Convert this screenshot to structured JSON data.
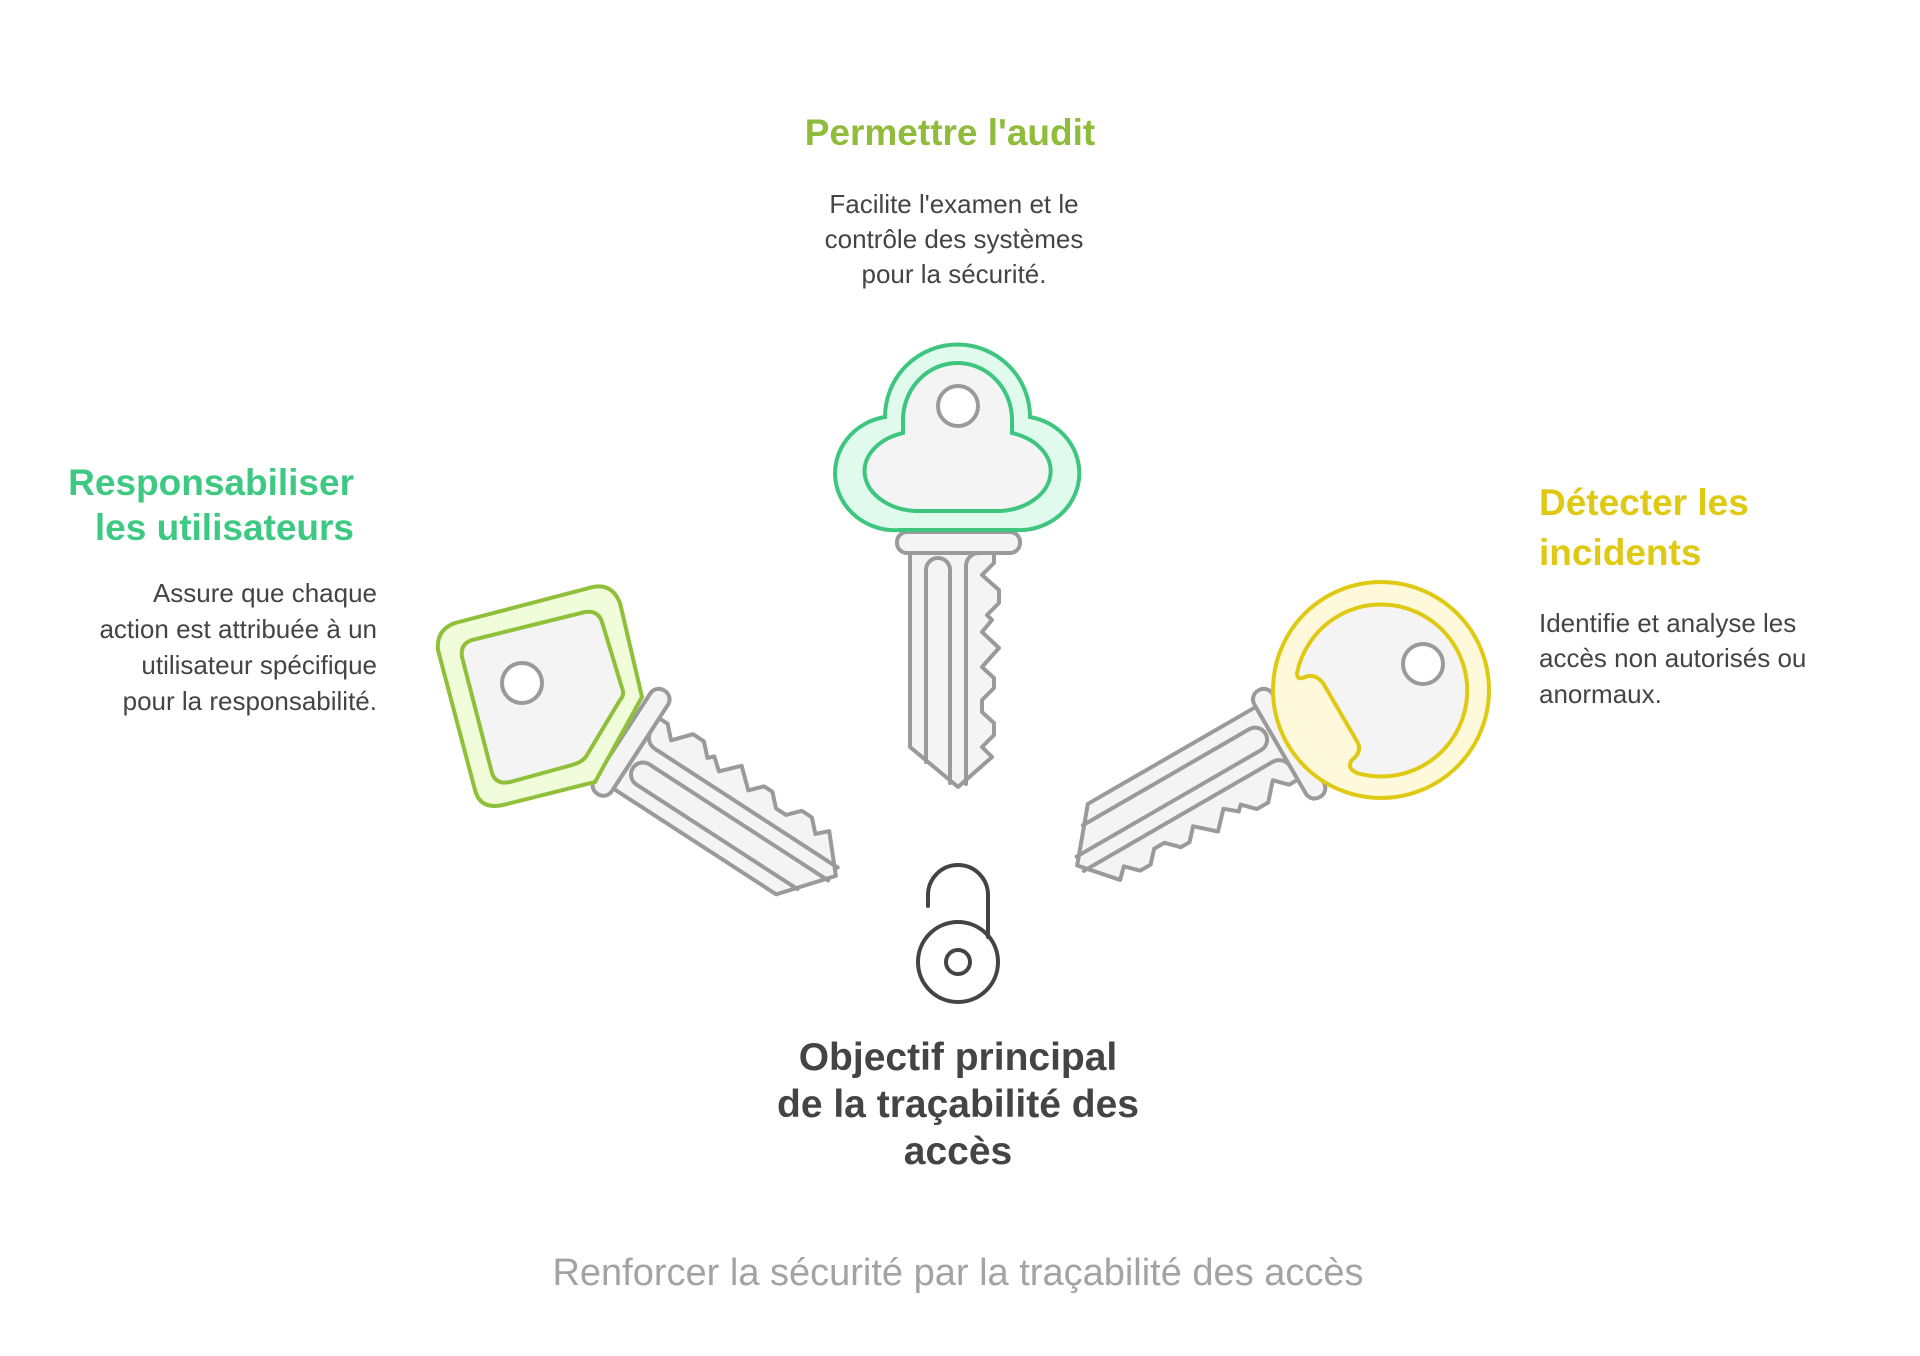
{
  "colors": {
    "audit": "#8fbc3a",
    "audit_key_stroke": "#3ec67f",
    "audit_key_fill": "#e0fbee",
    "users": "#3ec983",
    "users_key_stroke": "#8fc03a",
    "users_key_fill": "#f1fcdb",
    "incidents": "#e0c913",
    "incidents_key_stroke": "#e0c913",
    "incidents_key_fill": "#fff9dc",
    "text": "#444444",
    "footer": "#a3a3a3"
  },
  "top": {
    "title": "Permettre l'audit",
    "desc": [
      "Facilite l'examen et le",
      "contrôle des systèmes",
      "pour la sécurité."
    ]
  },
  "left": {
    "title": [
      "Responsabiliser",
      "les utilisateurs"
    ],
    "desc": [
      "Assure que chaque",
      "action est attribuée à un",
      "utilisateur spécifique",
      "pour la responsabilité."
    ]
  },
  "right": {
    "title": [
      "Détecter les",
      "incidents"
    ],
    "desc": [
      "Identifie et analyse les",
      "accès non autorisés ou",
      "anormaux."
    ]
  },
  "center": {
    "title": [
      "Objectif principal",
      "de la traçabilité des",
      "accès"
    ],
    "icon": "open-padlock-icon"
  },
  "footer": "Renforcer la sécurité par la traçabilité des accès"
}
